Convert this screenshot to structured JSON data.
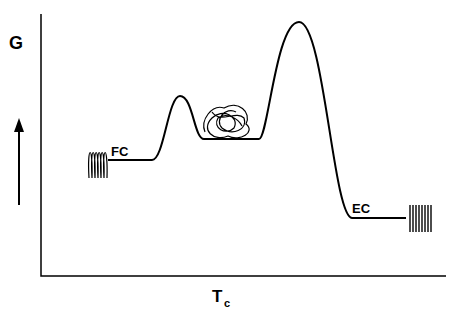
{
  "diagram": {
    "labels": [
      "G",
      "FC",
      "EC",
      "T",
      "c"
    ]
  }
}
